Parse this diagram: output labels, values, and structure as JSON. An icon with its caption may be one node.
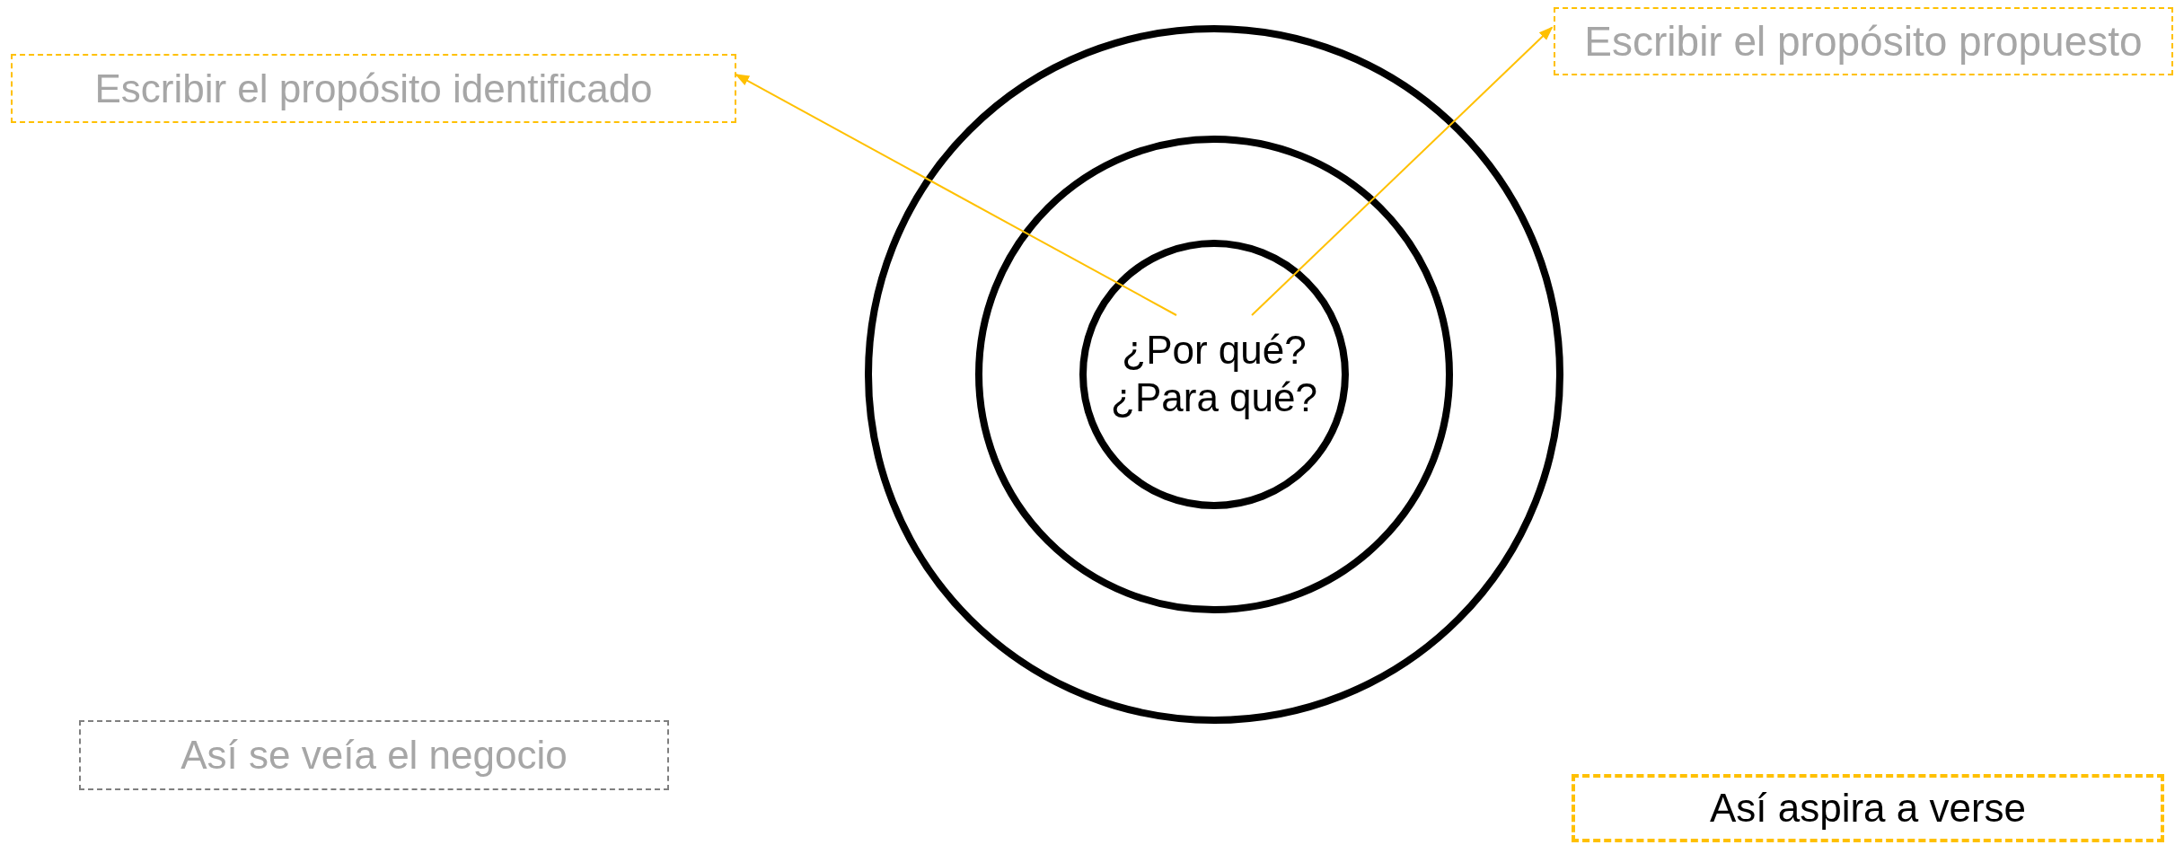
{
  "diagram": {
    "nodes": [
      {
        "text": [
          "Escribir el propósito identificado"
        ]
      },
      {
        "text": [
          "Escribir el propósito propuesto"
        ]
      },
      {
        "text": [],
        "shape": "circle"
      },
      {
        "text": [],
        "shape": "circle",
        "in": 2
      },
      {
        "text": [
          "¿Por qué? ¿Para qué?"
        ],
        "in": 3
      },
      {
        "text": [
          "Así se veía el negocio"
        ]
      },
      {
        "text": [
          "Así aspira a verse"
        ]
      }
    ],
    "edges": [
      {
        "from": 4,
        "to": 0,
        "arrow": "to"
      },
      {
        "from": 4,
        "to": 1,
        "arrow": "to"
      }
    ]
  }
}
